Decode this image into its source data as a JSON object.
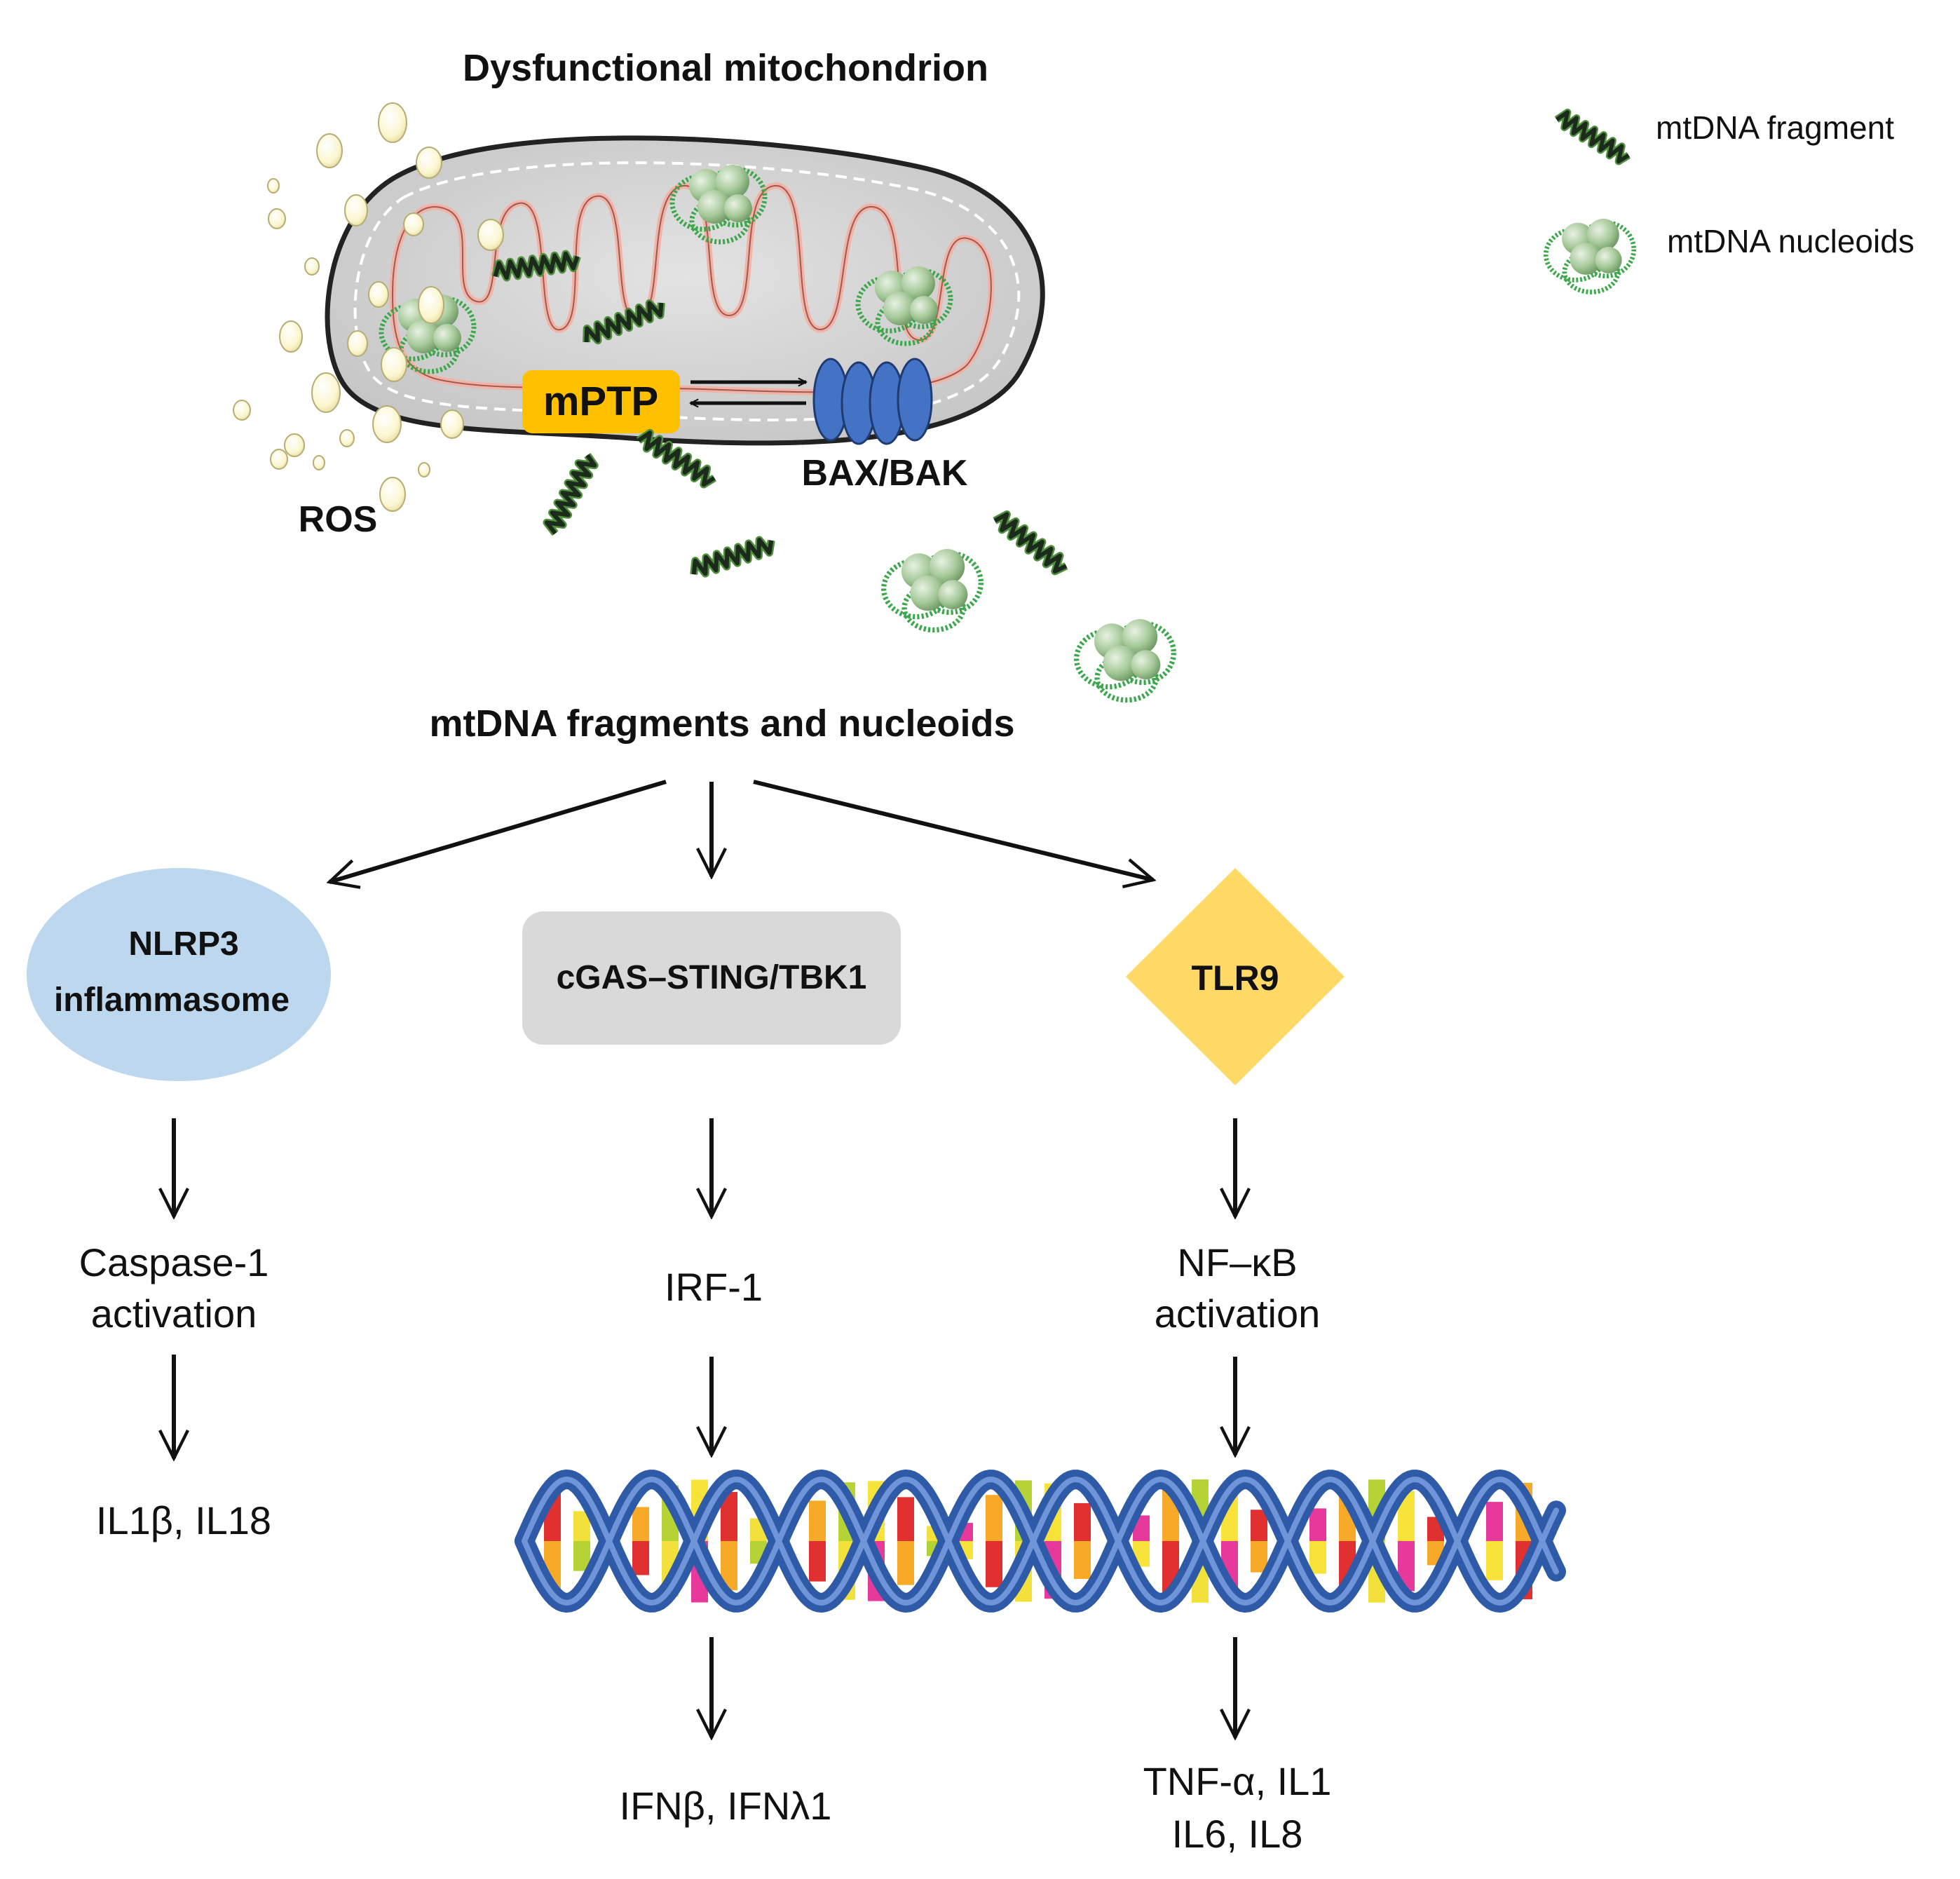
{
  "title": "Dysfunctional mitochondrion",
  "legend": {
    "fragment_label": "mtDNA fragment",
    "nucleoid_label": "mtDNA nucleoids"
  },
  "mitochondrion": {
    "mptp": "mPTP",
    "baxbak": "BAX/BAK",
    "ros": "ROS"
  },
  "release_label": "mtDNA fragments and nucleoids",
  "pathways": {
    "nlrp3": {
      "line1": "NLRP3",
      "line2": "inflammasome",
      "step1_line1": "Caspase-1",
      "step1_line2": "activation",
      "output": "IL1β, IL18"
    },
    "cgas": {
      "label": "cGAS–STING/TBK1",
      "step1": "IRF-1",
      "output": "IFNβ, IFNλ1"
    },
    "tlr9": {
      "label": "TLR9",
      "step1_line1": "NF–κB",
      "step1_line2": "activation",
      "output_line1": "TNF-α, IL1",
      "output_line2": "IL6, IL8"
    }
  },
  "colors": {
    "nlrp3_fill": "#bcd7ee",
    "cgas_fill": "#d9d9d9",
    "tlr9_fill": "#ffd966",
    "mptp_fill": "#ffc000",
    "baxbak_fill": "#4472c4",
    "mito_fill": "#d4d4d4",
    "cristae": "#f2b3a6",
    "dna_blue": "#2e5aa8"
  },
  "icons": {
    "fragment": "dna-fragment-icon",
    "nucleoid": "nucleoid-icon",
    "dna_helix": "dna-double-helix"
  }
}
